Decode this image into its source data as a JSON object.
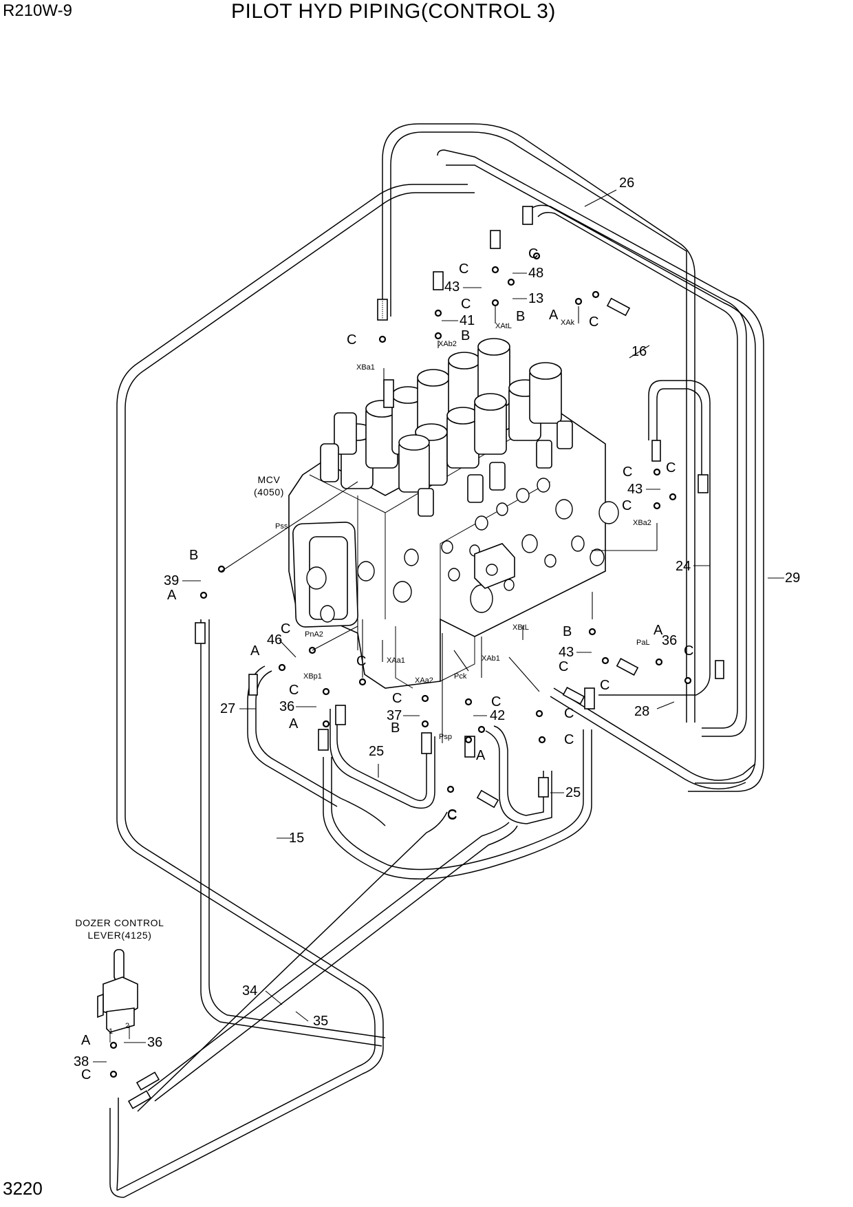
{
  "header": {
    "model": "R210W-9",
    "title": "PILOT HYD PIPING(CONTROL 3)"
  },
  "footer": {
    "page_number": "3220"
  },
  "components": {
    "mcv_label_line1": "MCV",
    "mcv_label_line2": "(4050)",
    "dozer_label_line1": "DOZER CONTROL",
    "dozer_label_line2": "LEVER(4125)"
  },
  "callouts": [
    {
      "id": "c26",
      "text": "26"
    },
    {
      "id": "c16",
      "text": "16"
    },
    {
      "id": "c24",
      "text": "24"
    },
    {
      "id": "c29",
      "text": "29"
    },
    {
      "id": "c28",
      "text": "28"
    },
    {
      "id": "c27",
      "text": "27"
    },
    {
      "id": "c25a",
      "text": "25"
    },
    {
      "id": "c25b",
      "text": "25"
    },
    {
      "id": "c15",
      "text": "15"
    },
    {
      "id": "c34",
      "text": "34"
    },
    {
      "id": "c35",
      "text": "35"
    },
    {
      "id": "c48",
      "text": "48"
    },
    {
      "id": "c13",
      "text": "13"
    },
    {
      "id": "c43a",
      "text": "43"
    },
    {
      "id": "c41",
      "text": "41"
    },
    {
      "id": "c43b",
      "text": "43"
    },
    {
      "id": "c39",
      "text": "39"
    },
    {
      "id": "c46",
      "text": "46"
    },
    {
      "id": "c36a",
      "text": "36"
    },
    {
      "id": "c36b",
      "text": "36"
    },
    {
      "id": "c37",
      "text": "37"
    },
    {
      "id": "c42",
      "text": "42"
    },
    {
      "id": "c43c",
      "text": "43"
    },
    {
      "id": "c36c",
      "text": "36"
    },
    {
      "id": "c38",
      "text": "38"
    }
  ],
  "seal_letters": [
    {
      "id": "s1",
      "text": "C"
    },
    {
      "id": "s2",
      "text": "C"
    },
    {
      "id": "s3",
      "text": "C"
    },
    {
      "id": "s4",
      "text": "B"
    },
    {
      "id": "s5",
      "text": "C"
    },
    {
      "id": "s6",
      "text": "B"
    },
    {
      "id": "s7",
      "text": "A"
    },
    {
      "id": "s8",
      "text": "C"
    },
    {
      "id": "s9",
      "text": "C"
    },
    {
      "id": "s10",
      "text": "C"
    },
    {
      "id": "s11",
      "text": "C"
    },
    {
      "id": "s12",
      "text": "B"
    },
    {
      "id": "s13",
      "text": "A"
    },
    {
      "id": "s14",
      "text": "C"
    },
    {
      "id": "s15",
      "text": "A"
    },
    {
      "id": "s16",
      "text": "C"
    },
    {
      "id": "s17",
      "text": "C"
    },
    {
      "id": "s18",
      "text": "A"
    },
    {
      "id": "s19",
      "text": "C"
    },
    {
      "id": "s20",
      "text": "B"
    },
    {
      "id": "s21",
      "text": "C"
    },
    {
      "id": "s22",
      "text": "A"
    },
    {
      "id": "s23",
      "text": "C"
    },
    {
      "id": "s24",
      "text": "C"
    },
    {
      "id": "s25",
      "text": "C"
    },
    {
      "id": "s26",
      "text": "B"
    },
    {
      "id": "s27",
      "text": "A"
    },
    {
      "id": "s28",
      "text": "C"
    },
    {
      "id": "s29",
      "text": "C"
    },
    {
      "id": "s30",
      "text": "C"
    },
    {
      "id": "s31",
      "text": "C"
    },
    {
      "id": "s32",
      "text": "A"
    },
    {
      "id": "s33",
      "text": "C"
    }
  ],
  "ports": [
    {
      "id": "XBa1",
      "text": "XBa1"
    },
    {
      "id": "XAb2",
      "text": "XAb2"
    },
    {
      "id": "XAtL",
      "text": "XAtL"
    },
    {
      "id": "XAk",
      "text": "XAk"
    },
    {
      "id": "XBa2",
      "text": "XBa2"
    },
    {
      "id": "Pss",
      "text": "Pss"
    },
    {
      "id": "PnA2",
      "text": "PnA2"
    },
    {
      "id": "XBp1",
      "text": "XBp1"
    },
    {
      "id": "XAa1",
      "text": "XAa1"
    },
    {
      "id": "XAa2",
      "text": "XAa2"
    },
    {
      "id": "Pck",
      "text": "Pck"
    },
    {
      "id": "XAb1",
      "text": "XAb1"
    },
    {
      "id": "XBtL",
      "text": "XBtL"
    },
    {
      "id": "PaL",
      "text": "PaL"
    },
    {
      "id": "Psp",
      "text": "Psp"
    },
    {
      "id": "p1",
      "text": "1"
    },
    {
      "id": "p2",
      "text": "2"
    }
  ]
}
